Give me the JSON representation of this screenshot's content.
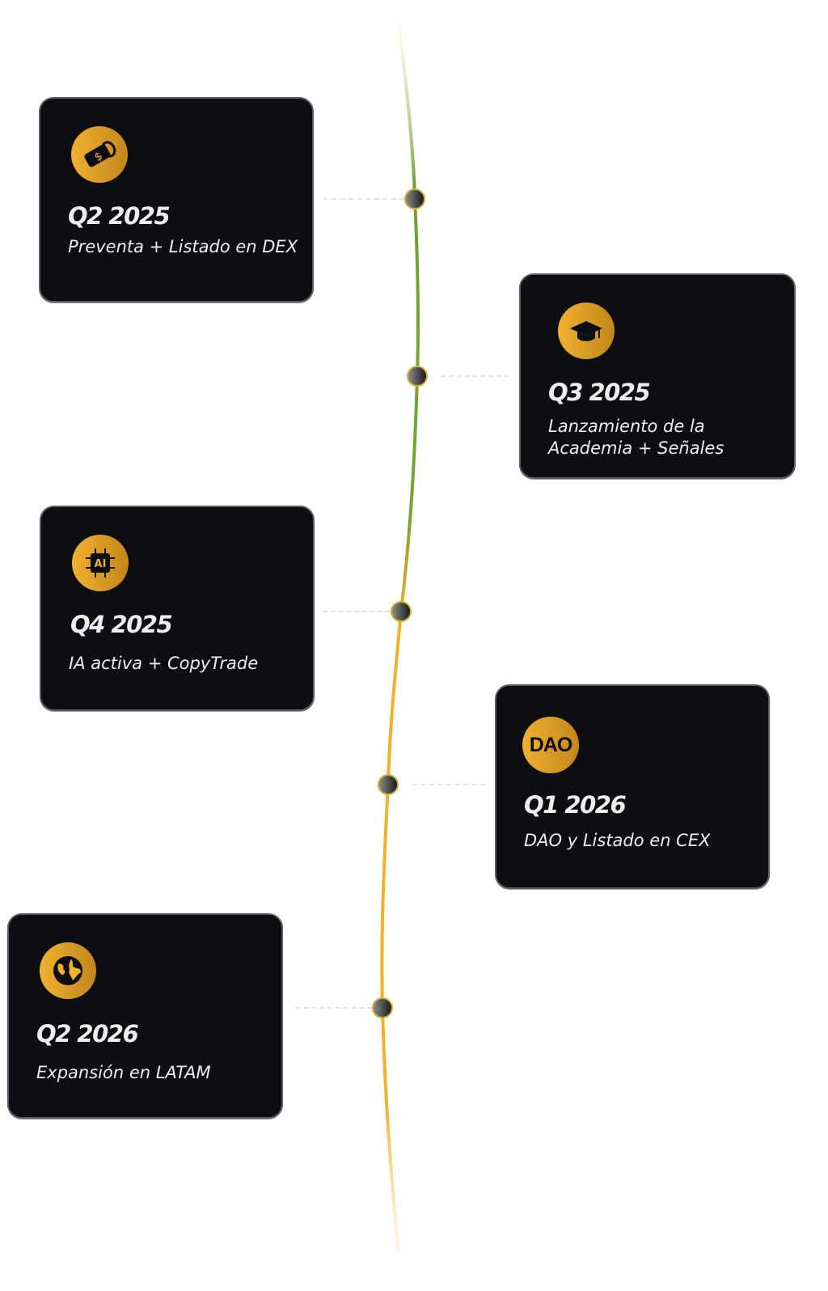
{
  "milestones": [
    {
      "quarter": "Q2 2025",
      "description": "Preventa + Listado en DEX",
      "icon": "price-tag-icon"
    },
    {
      "quarter": "Q3 2025",
      "description": "Lanzamiento de la Academia + Señales",
      "icon": "graduation-cap-icon"
    },
    {
      "quarter": "Q4 2025",
      "description": "IA activa + CopyTrade",
      "icon": "ai-chip-icon",
      "icon_text": "AI"
    },
    {
      "quarter": "Q1 2026",
      "description": "DAO y Listado en CEX",
      "icon": "dao-icon",
      "icon_text": "DAO"
    },
    {
      "quarter": "Q2 2026",
      "description": "Expansión en LATAM",
      "icon": "globe-icon"
    }
  ],
  "colors": {
    "card": "#0c0e12",
    "gold": "#f0b12f",
    "green": "#6a9a2a",
    "orange": "#f0b12f"
  }
}
